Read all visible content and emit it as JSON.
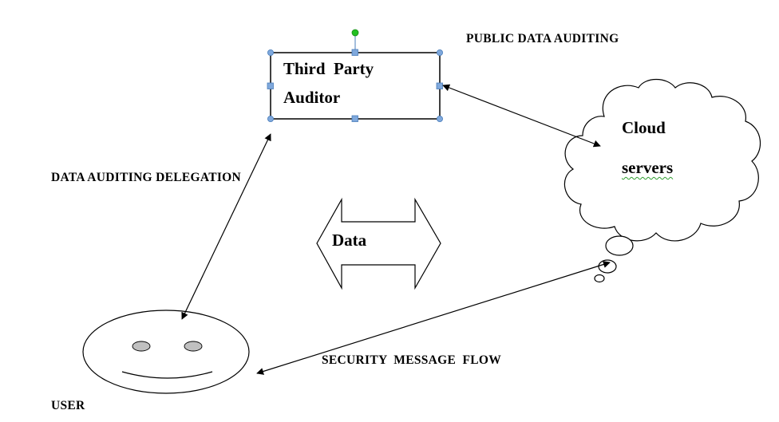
{
  "diagram": {
    "third_party_auditor": {
      "line1": "Third  Party",
      "line2": "Auditor"
    },
    "public_data_auditing": "PUBLIC DATA AUDITING",
    "cloud": {
      "line1": "Cloud",
      "line2": "servers"
    },
    "data_auditing_delegation": "DATA AUDITING DELEGATION",
    "data_arrow_label": "Data",
    "security_message_flow": "SECURITY  MESSAGE  FLOW",
    "user": "USER",
    "colors": {
      "stroke": "#000000",
      "handle_blue": "#4a7ebb",
      "rotate_green": "#22c022",
      "spellcheck_green": "#2f9e2f"
    }
  }
}
